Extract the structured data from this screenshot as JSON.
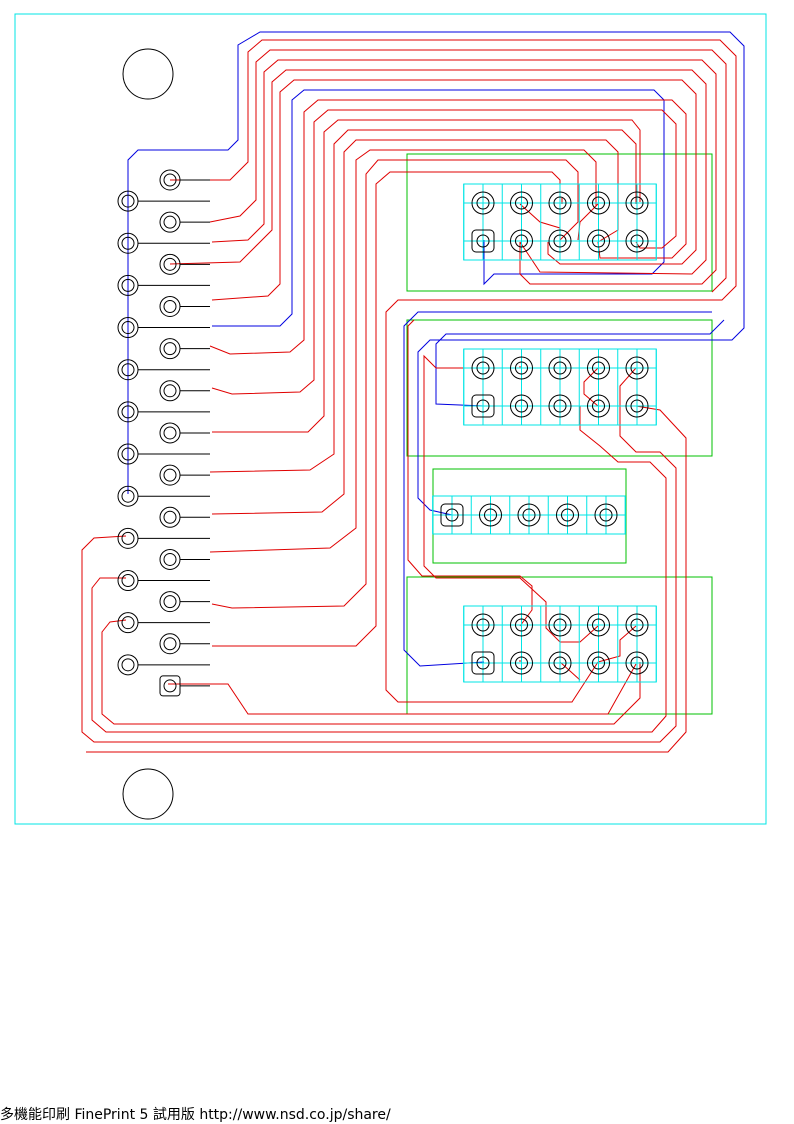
{
  "footer": {
    "text": "多機能印刷 FinePrint 5 試用版  http://www.nsd.co.jp/share/"
  },
  "colors": {
    "outline": "#00e5e5",
    "trace_top": "#e00000",
    "trace_bottom": "#0000e0",
    "silkscreen": "#00c000",
    "pad_grid": "#00e5e5",
    "pad": "#000000"
  },
  "board": {
    "connector_pins": 25,
    "mounting_holes": 2,
    "headers": [
      {
        "name": "header-a",
        "pins": 10
      },
      {
        "name": "header-b",
        "pins": 10
      },
      {
        "name": "header-c",
        "pins": 5
      },
      {
        "name": "header-d",
        "pins": 10
      }
    ]
  }
}
